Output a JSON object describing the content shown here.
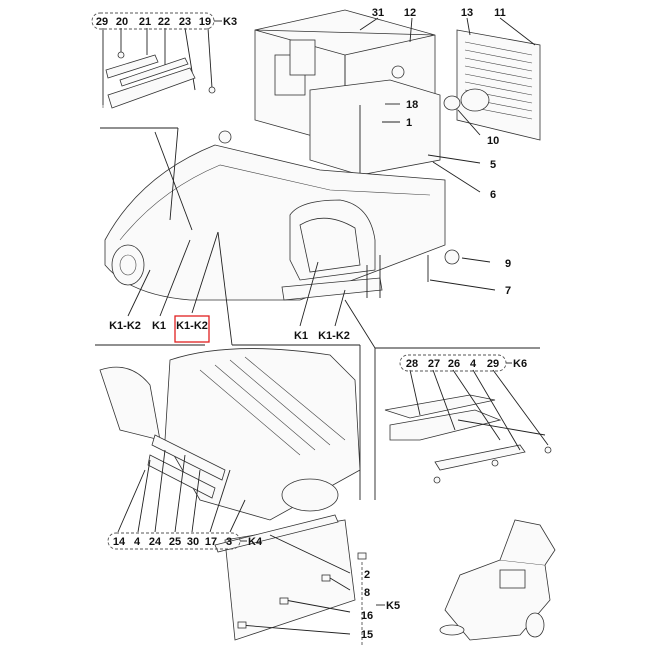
{
  "callouts": {
    "top": [
      "31",
      "12",
      "13",
      "11"
    ],
    "right": [
      "18",
      "1",
      "10",
      "5",
      "6",
      "9",
      "7"
    ],
    "k3_group": [
      "29",
      "20",
      "21",
      "22",
      "23",
      "19"
    ],
    "k3_tag": "K3",
    "k6_group": [
      "28",
      "27",
      "26",
      "4",
      "29"
    ],
    "k6_tag": "K6",
    "k4_group": [
      "14",
      "4",
      "24",
      "25",
      "30",
      "17",
      "3"
    ],
    "k4_tag": "K4",
    "k5_group": [
      "2",
      "8",
      "16",
      "15"
    ],
    "k5_tag": "K5",
    "left_under": [
      "K1-K2",
      "K1",
      "K1-K2"
    ],
    "mid_under": [
      "K1",
      "K1-K2"
    ]
  },
  "highlight_color": "#e02020"
}
